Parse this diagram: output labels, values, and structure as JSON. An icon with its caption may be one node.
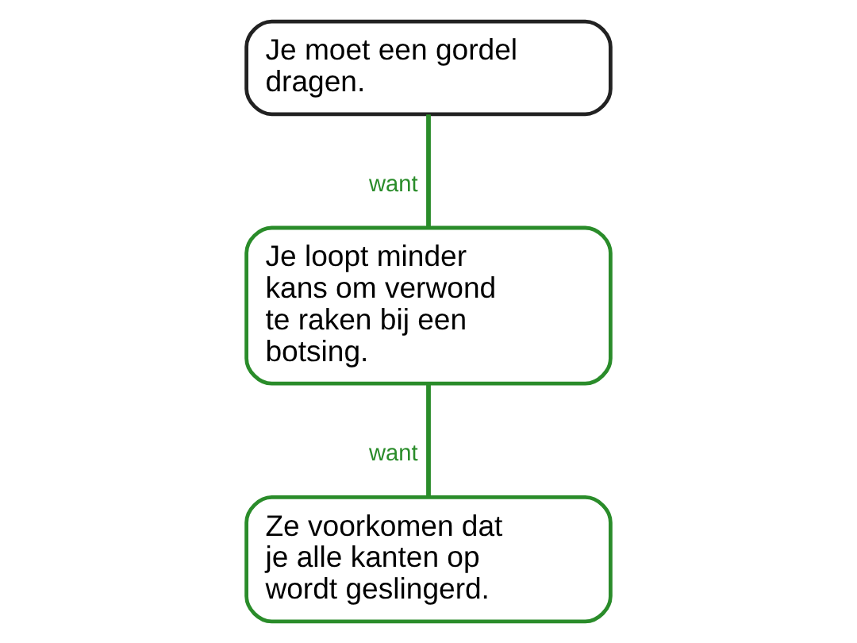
{
  "diagram": {
    "nodes": [
      {
        "text": [
          "Je moet een gordel dragen."
        ]
      },
      {
        "text": [
          "Je loopt minder kans om verwond te raken bij een botsing."
        ]
      },
      {
        "text": [
          "Ze voorkomen dat je alle kanten op wordt geslingerd."
        ]
      }
    ],
    "edges": [
      {
        "from": 0,
        "to": 1,
        "arrow": "none",
        "label": "want"
      },
      {
        "from": 1,
        "to": 2,
        "arrow": "none",
        "label": "want"
      }
    ]
  }
}
